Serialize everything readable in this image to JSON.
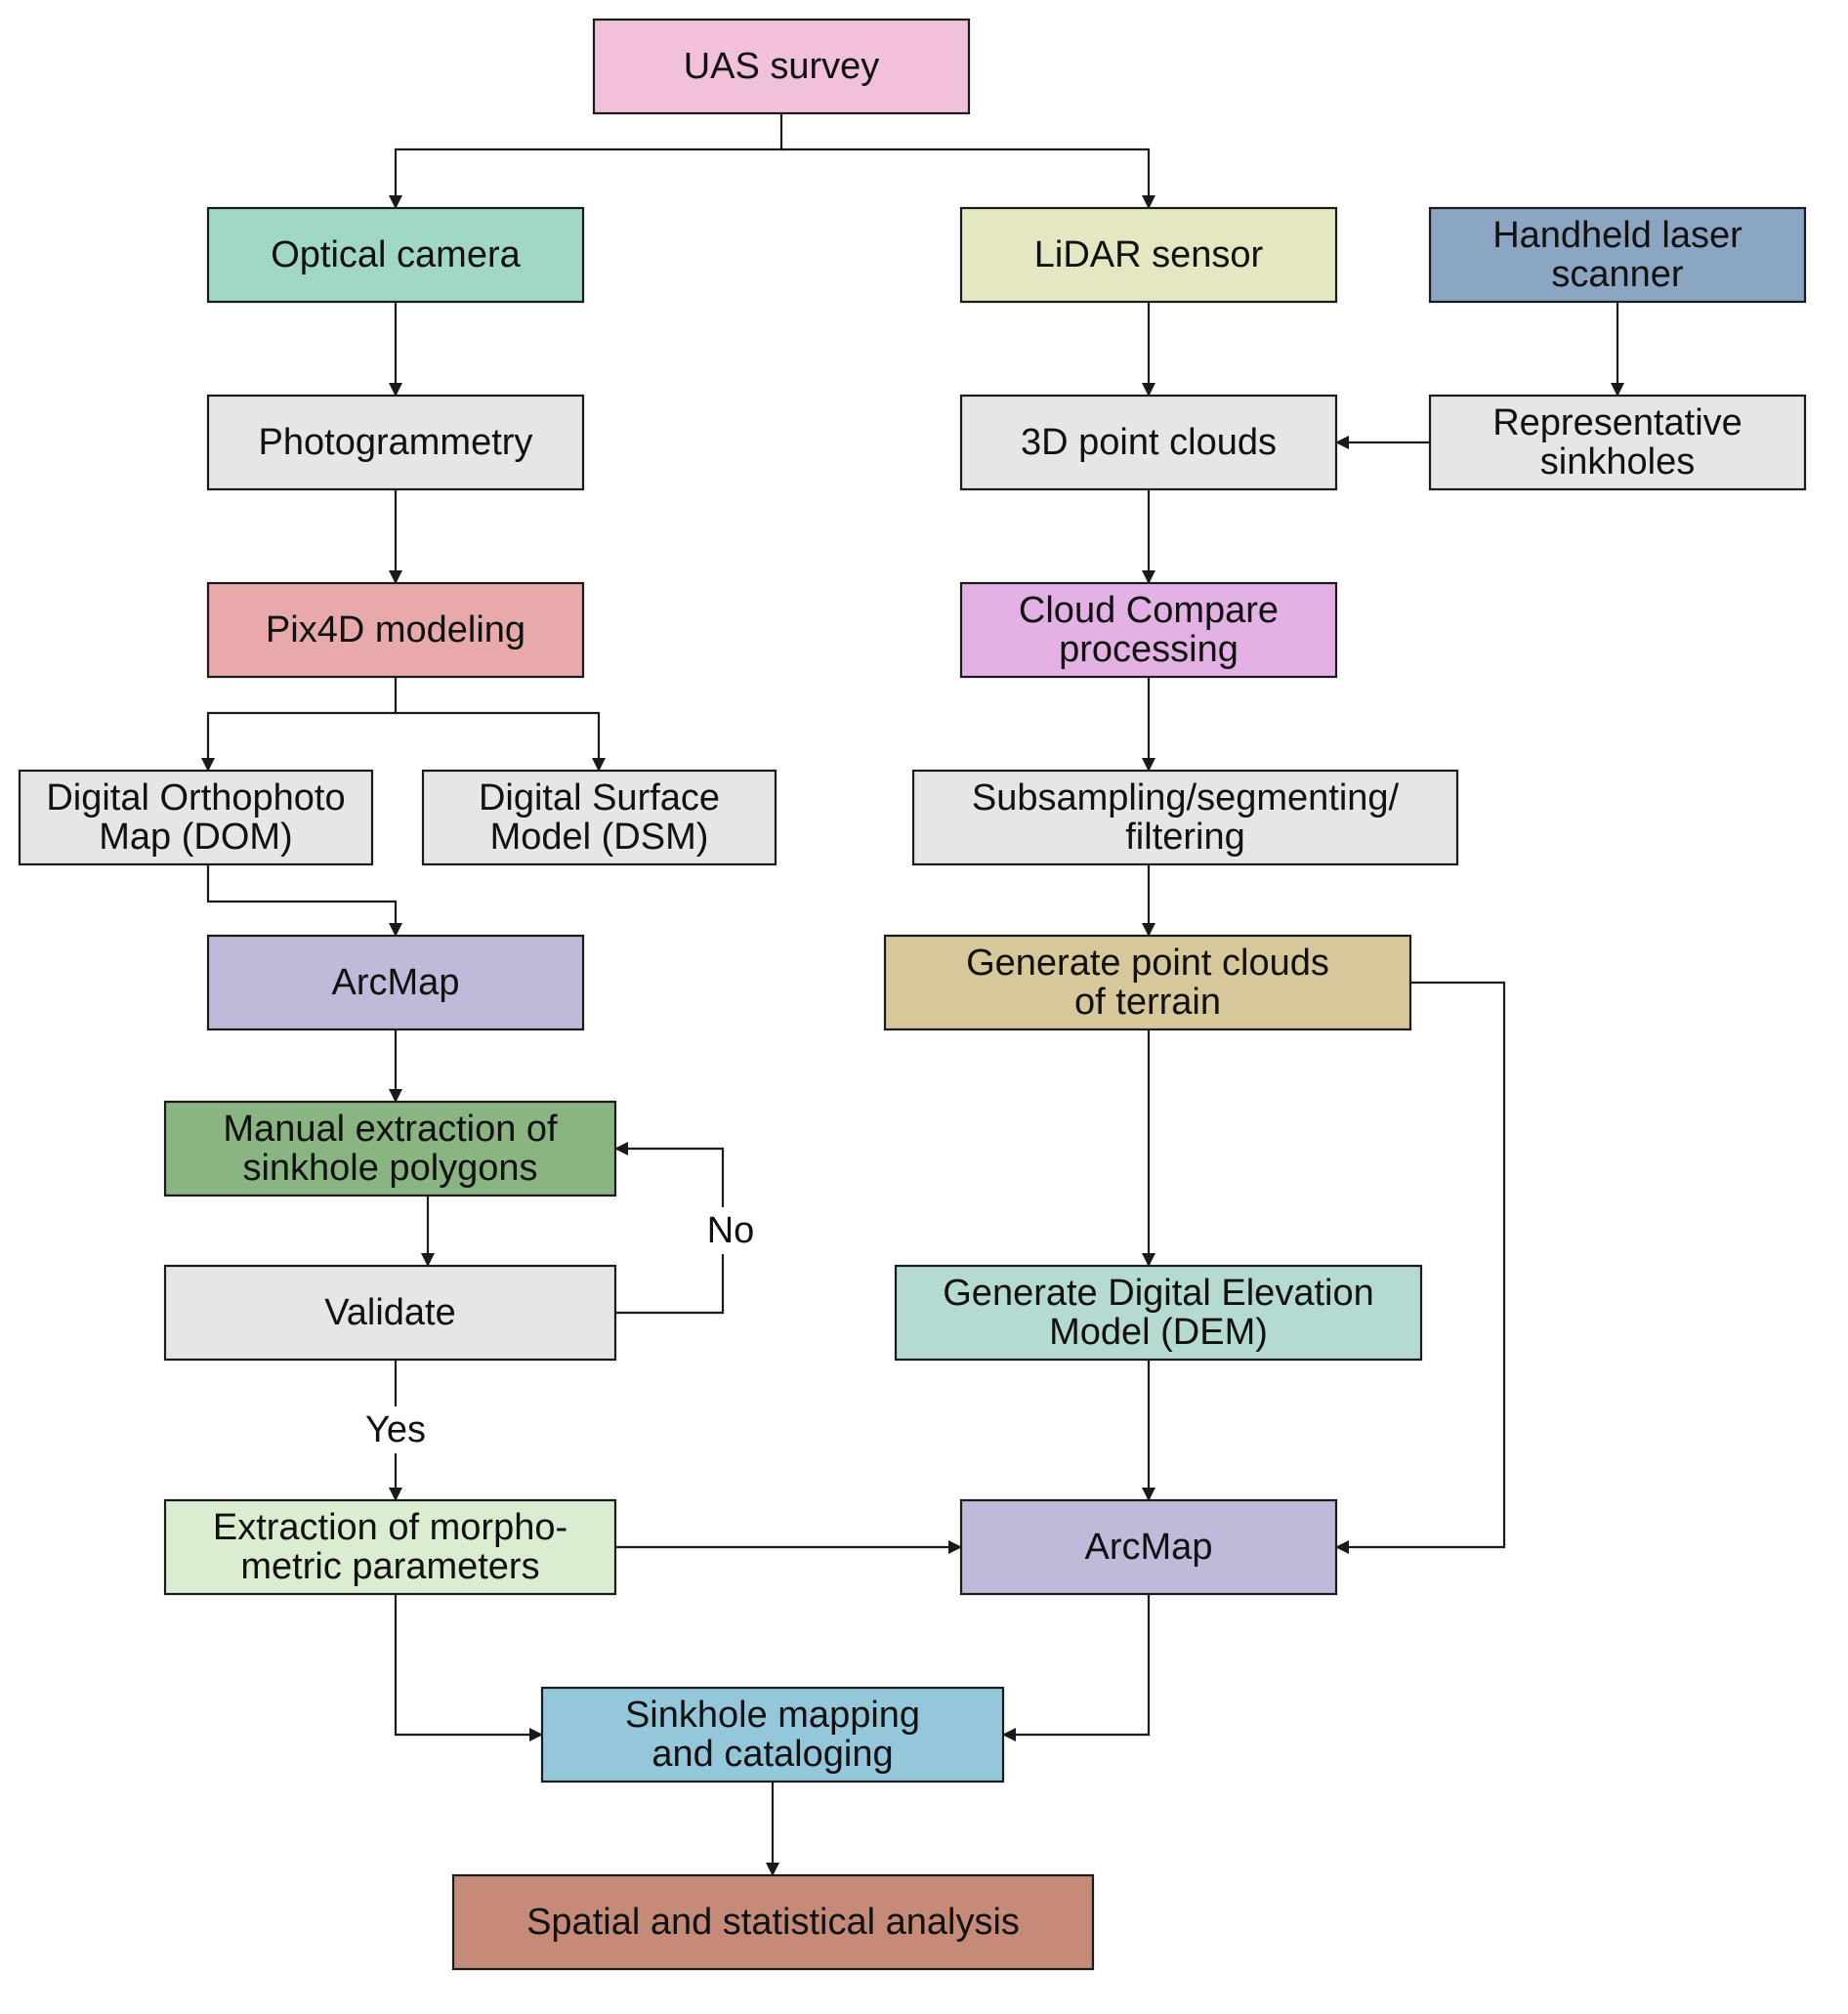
{
  "diagram": {
    "type": "flowchart",
    "nodes": [
      {
        "id": "uas",
        "lines": [
          "UAS survey"
        ],
        "color": "#F1C0DA"
      },
      {
        "id": "optical",
        "lines": [
          "Optical camera"
        ],
        "color": "#A1D7C7"
      },
      {
        "id": "lidar",
        "lines": [
          "LiDAR sensor"
        ],
        "color": "#E5E7C2"
      },
      {
        "id": "handheld",
        "lines": [
          "Handheld laser",
          "scanner"
        ],
        "color": "#8AA6C2"
      },
      {
        "id": "photogrammetry",
        "lines": [
          "Photogrammetry"
        ],
        "color": "#E6E6E6"
      },
      {
        "id": "pointclouds",
        "lines": [
          "3D point clouds"
        ],
        "color": "#E6E6E6"
      },
      {
        "id": "representative",
        "lines": [
          "Representative",
          "sinkholes"
        ],
        "color": "#E6E6E6"
      },
      {
        "id": "pix4d",
        "lines": [
          "Pix4D modeling"
        ],
        "color": "#E7A9A9"
      },
      {
        "id": "cloudcompare",
        "lines": [
          "Cloud Compare",
          "processing"
        ],
        "color": "#E3B1E3"
      },
      {
        "id": "dom",
        "lines": [
          "Digital Orthophoto",
          "Map (DOM)"
        ],
        "color": "#E6E6E6"
      },
      {
        "id": "dsm",
        "lines": [
          "Digital Surface",
          "Model (DSM)"
        ],
        "color": "#E6E6E6"
      },
      {
        "id": "subsampling",
        "lines": [
          "Subsampling/segmenting/",
          "filtering"
        ],
        "color": "#E6E6E6"
      },
      {
        "id": "arcmap_left",
        "lines": [
          "ArcMap"
        ],
        "color": "#BEBBDA"
      },
      {
        "id": "terrain",
        "lines": [
          "Generate point clouds",
          "of terrain"
        ],
        "color": "#D6C89B"
      },
      {
        "id": "manual",
        "lines": [
          "Manual extraction of",
          "sinkhole polygons"
        ],
        "color": "#8AB481"
      },
      {
        "id": "validate",
        "lines": [
          "Validate"
        ],
        "color": "#E6E6E6"
      },
      {
        "id": "dem",
        "lines": [
          "Generate Digital Elevation",
          "Model (DEM)"
        ],
        "color": "#B5DAD2"
      },
      {
        "id": "morpho",
        "lines": [
          "Extraction of morpho-",
          "metric parameters"
        ],
        "color": "#DBEDD1"
      },
      {
        "id": "arcmap_right",
        "lines": [
          "ArcMap"
        ],
        "color": "#BEBBDA"
      },
      {
        "id": "mapping",
        "lines": [
          "Sinkhole mapping",
          "and cataloging"
        ],
        "color": "#95C7DB"
      },
      {
        "id": "analysis",
        "lines": [
          "Spatial and statistical analysis"
        ],
        "color": "#C58B78"
      }
    ],
    "edges": [
      {
        "from": "uas",
        "to": "optical"
      },
      {
        "from": "uas",
        "to": "lidar"
      },
      {
        "from": "optical",
        "to": "photogrammetry"
      },
      {
        "from": "photogrammetry",
        "to": "pix4d"
      },
      {
        "from": "pix4d",
        "to": "dom"
      },
      {
        "from": "pix4d",
        "to": "dsm"
      },
      {
        "from": "dom",
        "to": "arcmap_left"
      },
      {
        "from": "arcmap_left",
        "to": "manual"
      },
      {
        "from": "manual",
        "to": "validate"
      },
      {
        "from": "validate",
        "to": "manual",
        "label": "No"
      },
      {
        "from": "validate",
        "to": "morpho",
        "label": "Yes"
      },
      {
        "from": "lidar",
        "to": "pointclouds"
      },
      {
        "from": "handheld",
        "to": "representative"
      },
      {
        "from": "representative",
        "to": "pointclouds"
      },
      {
        "from": "pointclouds",
        "to": "cloudcompare"
      },
      {
        "from": "cloudcompare",
        "to": "subsampling"
      },
      {
        "from": "subsampling",
        "to": "terrain"
      },
      {
        "from": "terrain",
        "to": "dem"
      },
      {
        "from": "terrain",
        "to": "arcmap_right"
      },
      {
        "from": "dem",
        "to": "arcmap_right"
      },
      {
        "from": "morpho",
        "to": "arcmap_right"
      },
      {
        "from": "morpho",
        "to": "mapping"
      },
      {
        "from": "arcmap_right",
        "to": "mapping"
      },
      {
        "from": "mapping",
        "to": "analysis"
      }
    ]
  }
}
